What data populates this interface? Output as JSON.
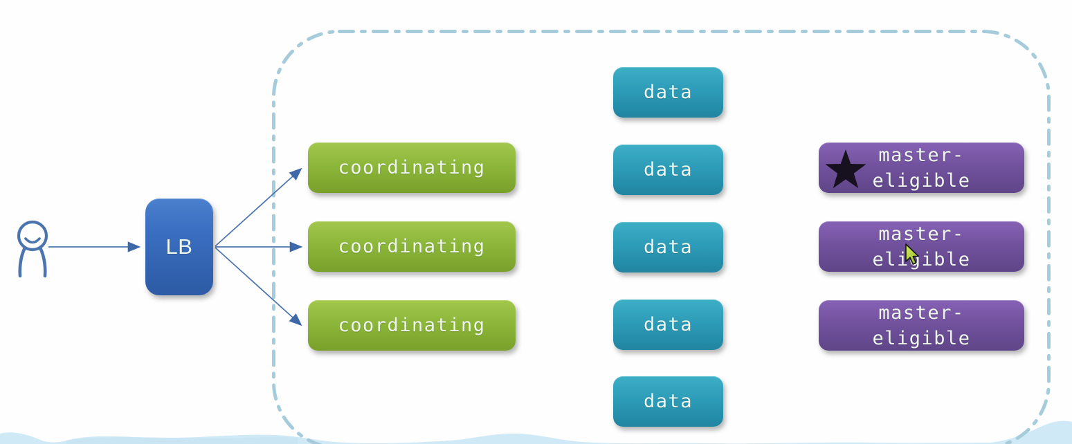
{
  "diagram": {
    "client": {
      "icon": "user-icon"
    },
    "load_balancer": {
      "label": "LB"
    },
    "cluster": {
      "boundary_style": "dash-dot rounded rectangle",
      "coordinating": [
        {
          "label": "coordinating"
        },
        {
          "label": "coordinating"
        },
        {
          "label": "coordinating"
        }
      ],
      "data": [
        {
          "label": "data"
        },
        {
          "label": "data"
        },
        {
          "label": "data"
        },
        {
          "label": "data"
        },
        {
          "label": "data"
        }
      ],
      "master_eligible": [
        {
          "line1": "master-",
          "line2": "eligible",
          "starred": true
        },
        {
          "line1": "master-",
          "line2": "eligible",
          "starred": false
        },
        {
          "line1": "master-",
          "line2": "eligible",
          "starred": false
        }
      ]
    },
    "icons": {
      "star": "star-icon",
      "user": "user-icon",
      "pointer": "cursor-icon"
    },
    "colors": {
      "load_balancer": "#3a6ec1",
      "coordinating": "#8db73a",
      "data": "#2d9cb8",
      "master_eligible": "#72529e",
      "cluster_border": "#a6ccdb",
      "arrow": "#4c74af",
      "star": "#17101f",
      "cursor": "#b9d83e",
      "watercolor_wash": "#d0e9f6"
    }
  }
}
